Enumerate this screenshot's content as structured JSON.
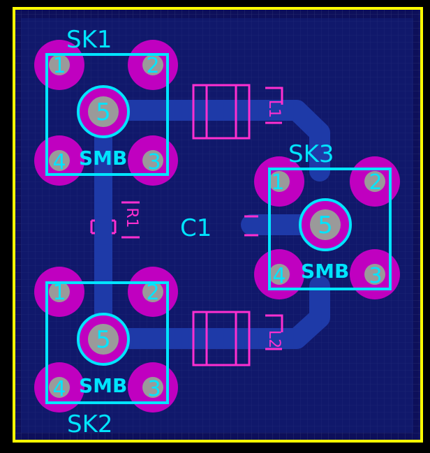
{
  "colors": {
    "background": "#000000",
    "board": "#0d0f5a",
    "grid": "#3a3f7a",
    "copper_pour": "#14207a",
    "trace": "#1e3aa8",
    "pad": "#c000c0",
    "pad_hole": "#9a9a9a",
    "silkscreen": "#00e5ff",
    "part_outline": "#ff2fd0",
    "board_outline": "#ffff00"
  },
  "components": {
    "sk1": {
      "ref": "SK1",
      "package": "SMB",
      "pins": [
        "1",
        "2",
        "3",
        "4",
        "5"
      ]
    },
    "sk2": {
      "ref": "SK2",
      "package": "SMB",
      "pins": [
        "1",
        "2",
        "3",
        "4",
        "5"
      ]
    },
    "sk3": {
      "ref": "SK3",
      "package": "SMB",
      "pins": [
        "1",
        "2",
        "3",
        "4",
        "5"
      ]
    },
    "c1": {
      "ref": "C1"
    },
    "part_labels": [
      "L1",
      "L2",
      "R1"
    ]
  }
}
